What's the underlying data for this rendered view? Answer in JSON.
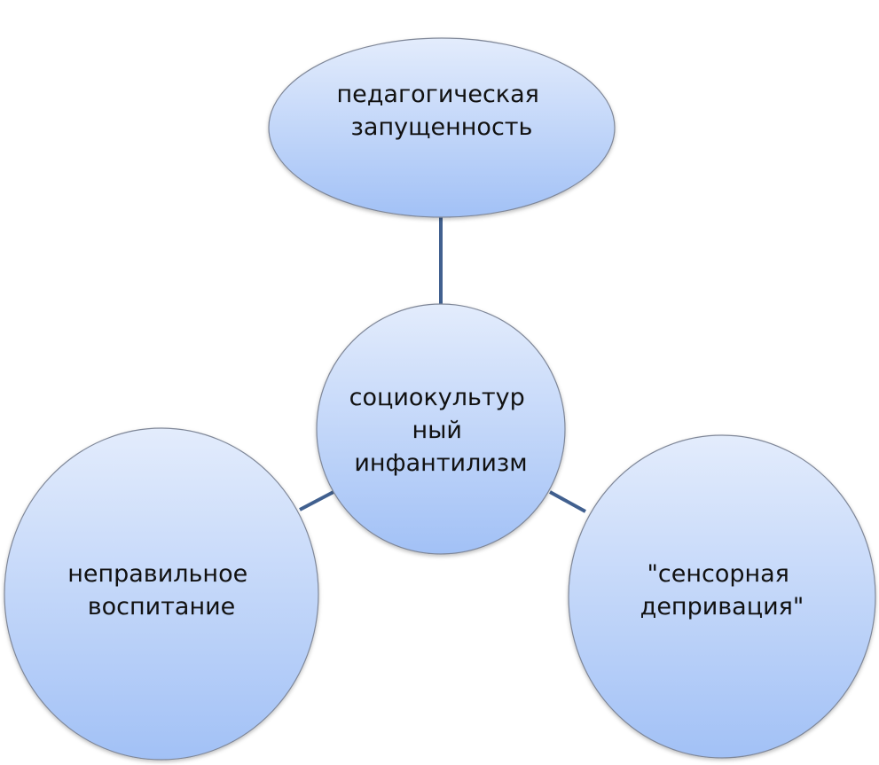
{
  "diagram": {
    "center": {
      "lines": [
        "социокультур",
        "ный",
        "инфантилизм"
      ]
    },
    "nodes": [
      {
        "id": "top",
        "lines": [
          "педагогическая",
          "запущенность"
        ]
      },
      {
        "id": "left",
        "lines": [
          "неправильное",
          "воспитание"
        ]
      },
      {
        "id": "right",
        "lines": [
          "\"сенсорная",
          "депривация\""
        ]
      }
    ],
    "colors": {
      "fill_light": "#e3ecfc",
      "fill_dark": "#a2c1f6",
      "stroke": "#7f8798",
      "connector": "#41608f"
    }
  }
}
